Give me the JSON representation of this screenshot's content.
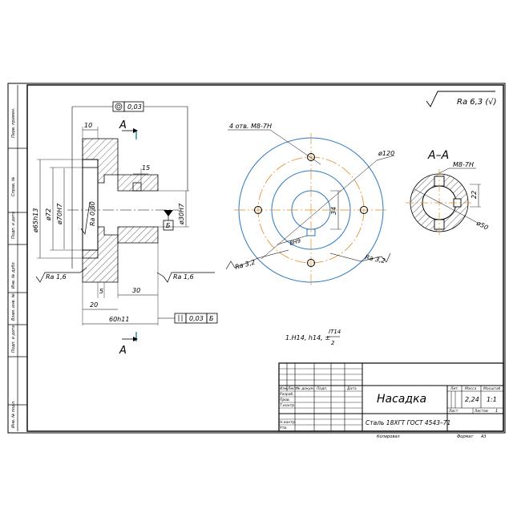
{
  "drawing": {
    "side_stamp": [
      "Перв. примен.",
      "Справ. №",
      "Подп. и дата",
      "Инв. № дубл.",
      "Взам. инв. №",
      "Подп. и дата",
      "Инв. № подл."
    ],
    "roughness_general": "Ra 6,3 (√)",
    "left_view": {
      "section_mark": "A",
      "tol_runout": "0,03",
      "dim_10": "10",
      "dim_15": "15",
      "dia_65": "ø65h13",
      "dia_72": "ø72",
      "dia_70": "ø70H7",
      "ra_080": "Ra 0,80",
      "dia_30": "ø30H7",
      "datum_b": "Б",
      "ra16_left": "Ra 1,6",
      "ra16_right": "Ra 1,6",
      "dim_5": "5",
      "dim_30": "30",
      "dim_20": "20",
      "dim_60": "60h11",
      "tol_par_val": "0,03",
      "tol_par_datum": "Б"
    },
    "front_view": {
      "holes": "4 отв. М8-7Н",
      "dia_120": "ø120",
      "dim_34": "34",
      "key_8": "8H9",
      "ra32_left": "Ra 3,2",
      "ra32_right": "Ra 3,2"
    },
    "section_view": {
      "title": "A–A",
      "thread": "М8-7Н",
      "dim_22": "22",
      "dia_50": "ø50"
    },
    "note": "1.H14, h14, ±",
    "note_frac_top": "IT14",
    "note_frac_bottom": "2",
    "title_block": {
      "name": "Насадка",
      "material": "Сталь 18ХГТ ГОСТ 4543–71",
      "head_lit": "Лит.",
      "head_mass": "Масса",
      "head_scale": "Масштаб",
      "mass": "2,24",
      "scale": "1:1",
      "sheet_label": "Лист",
      "sheets_label": "Листов",
      "sheets": "1",
      "col_izm": "Изм.",
      "col_list": "Лист",
      "col_doc": "№ докум.",
      "col_sign": "Подп.",
      "col_date": "Дата",
      "r_razrab": "Разраб.",
      "r_prov": "Пров.",
      "r_tkontr": "Т.контр.",
      "r_nkontr": "Н.контр.",
      "r_utv": "Утв.",
      "copied": "Копировал",
      "format": "Формат",
      "format_val": "А3"
    }
  }
}
